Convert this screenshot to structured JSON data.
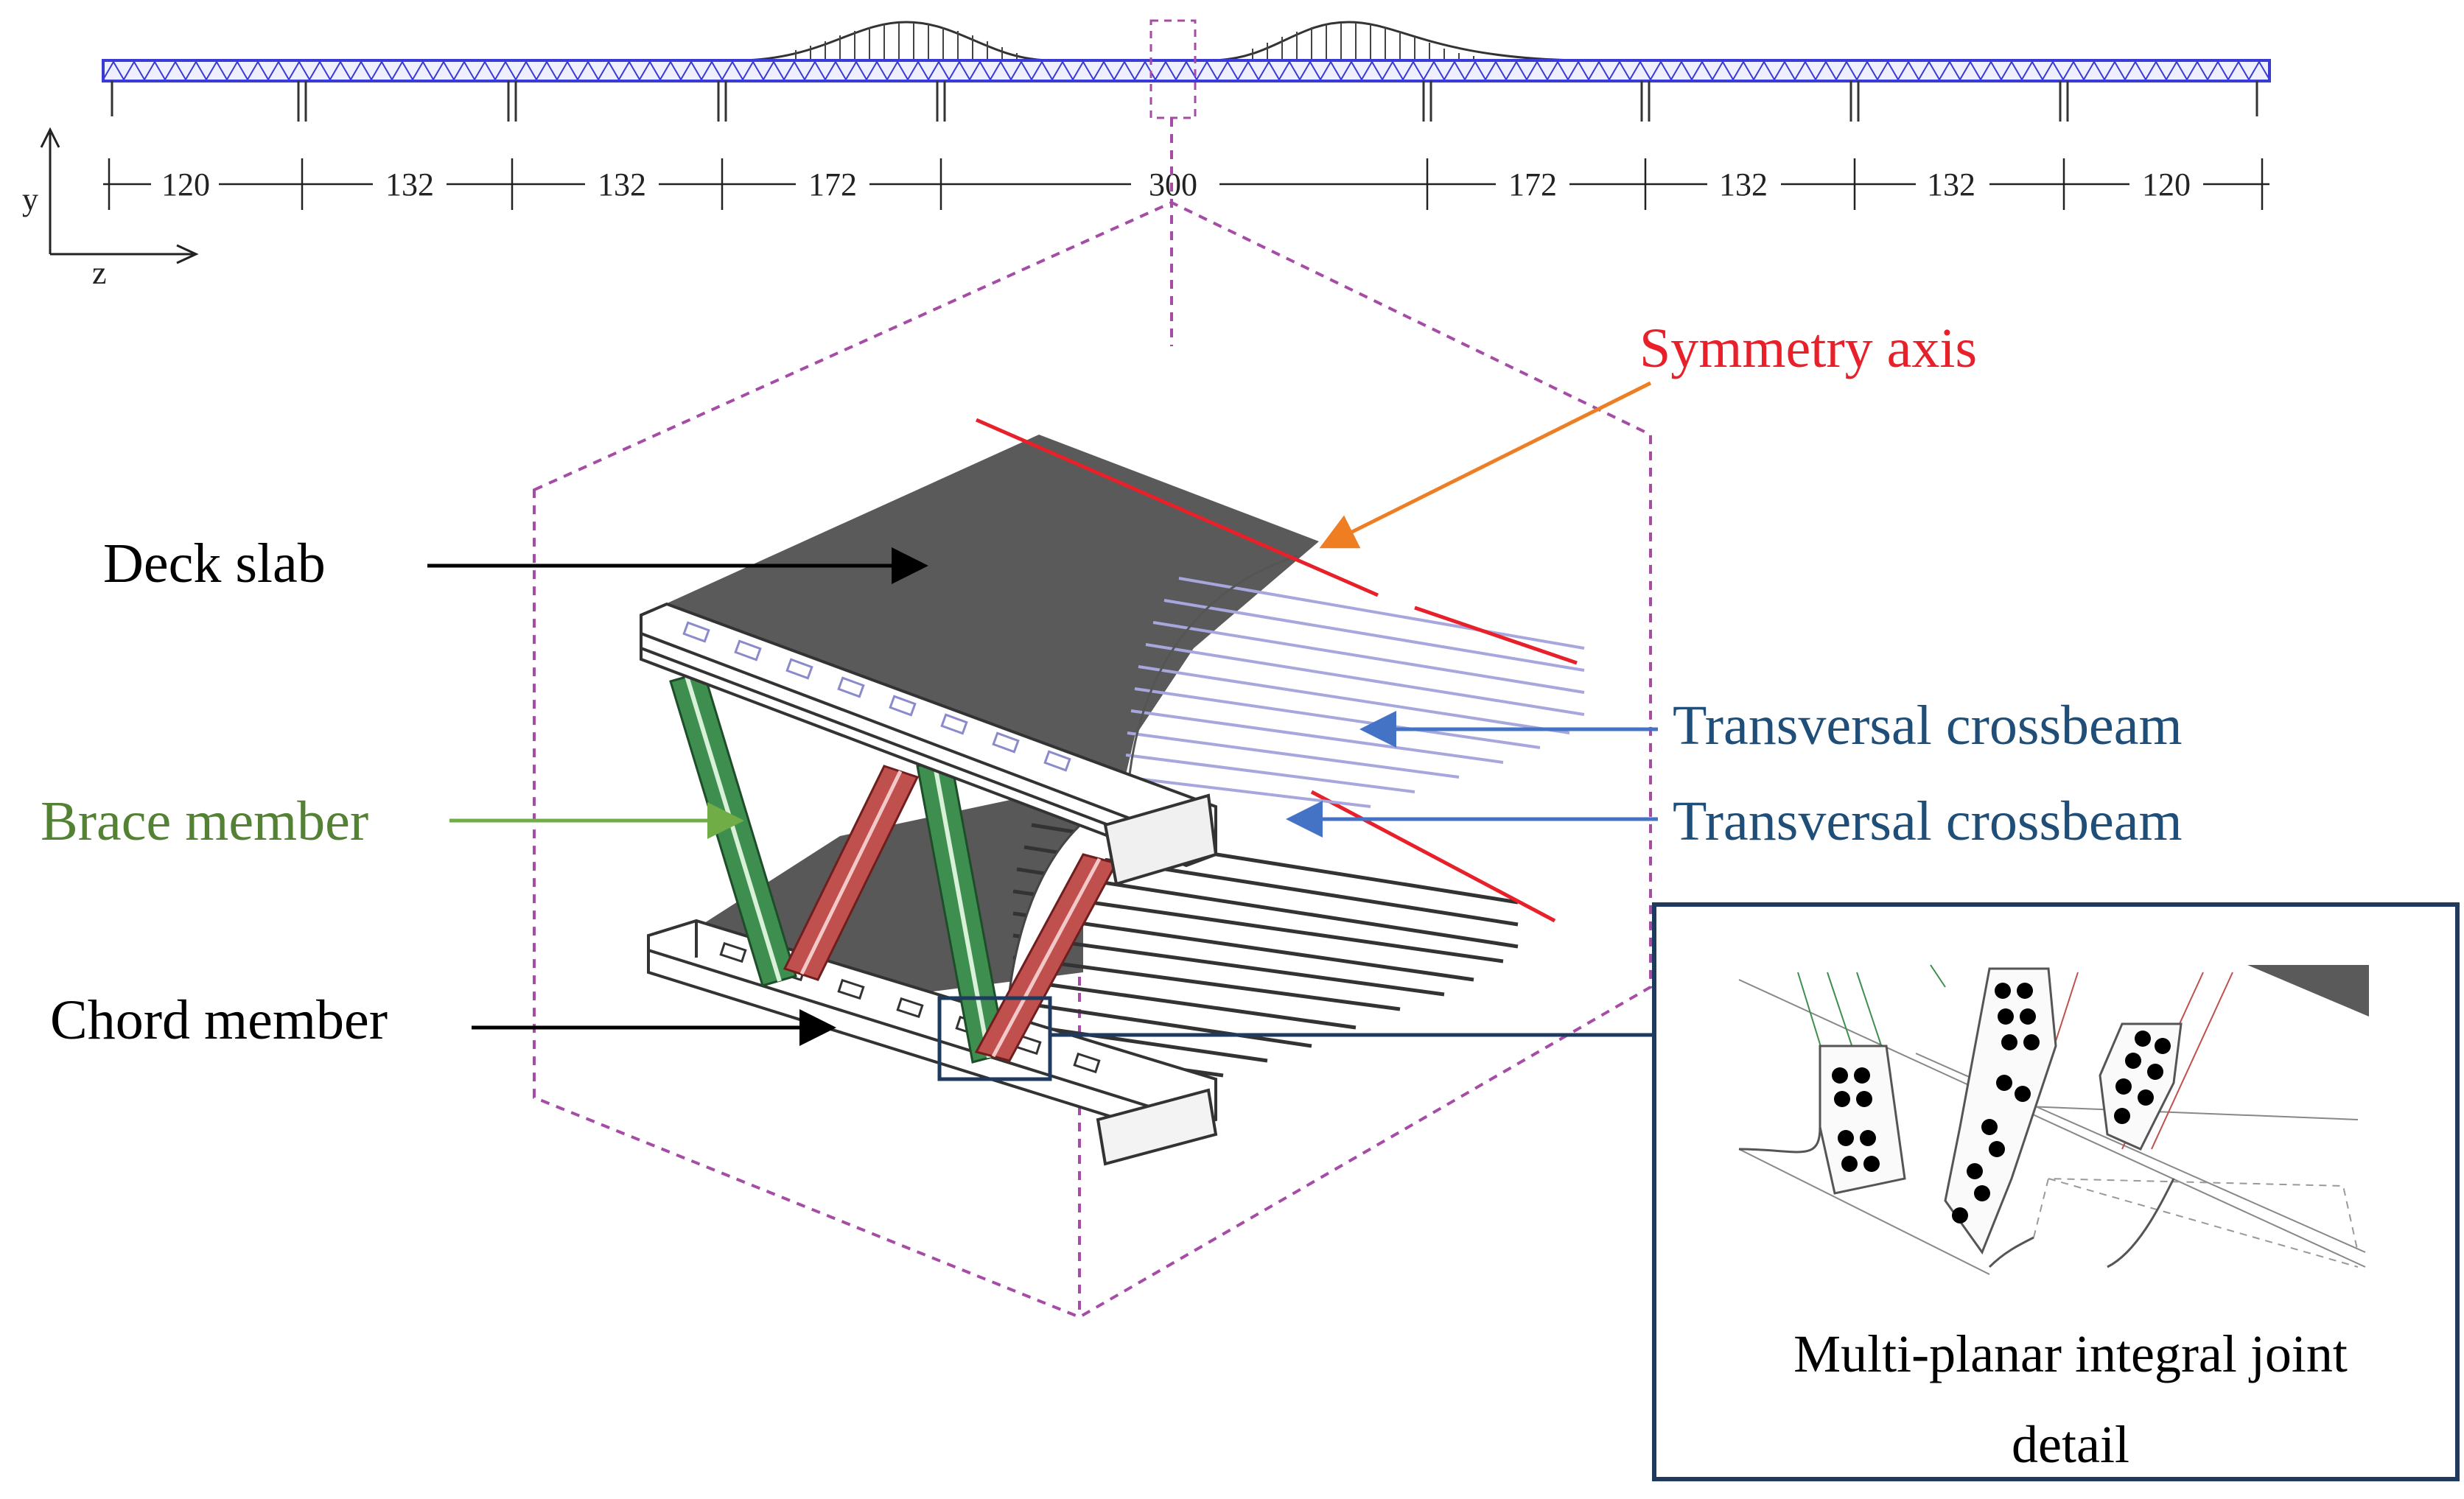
{
  "elevation": {
    "axis_labels": {
      "y": "y",
      "z": "z"
    },
    "spans": [
      "120",
      "132",
      "132",
      "172",
      "300",
      "172",
      "132",
      "132",
      "120"
    ]
  },
  "labels": {
    "symmetry_axis": "Symmetry axis",
    "deck_slab": "Deck slab",
    "transversal_crossbeam_upper": "Transversal crossbeam",
    "transversal_crossbeam_lower": "Transversal crossbeam",
    "brace_member": "Brace member",
    "chord_member": "Chord member",
    "joint_detail_line1": "Multi-planar integral joint",
    "joint_detail_line2": "detail"
  },
  "colors": {
    "symmetry": "#e8202a",
    "arrow_orange": "#ef7d22",
    "crossbeam_text": "#1f4e79",
    "crossbeam_arrow": "#4472c4",
    "brace_text": "#548235",
    "brace_arrow": "#70ad47",
    "dashed": "#a64ca6",
    "inset_frame": "#1f3a5f",
    "deck_fill": "#5a5a5a",
    "green_member": "#3e8e4f",
    "red_member": "#c0504d"
  }
}
